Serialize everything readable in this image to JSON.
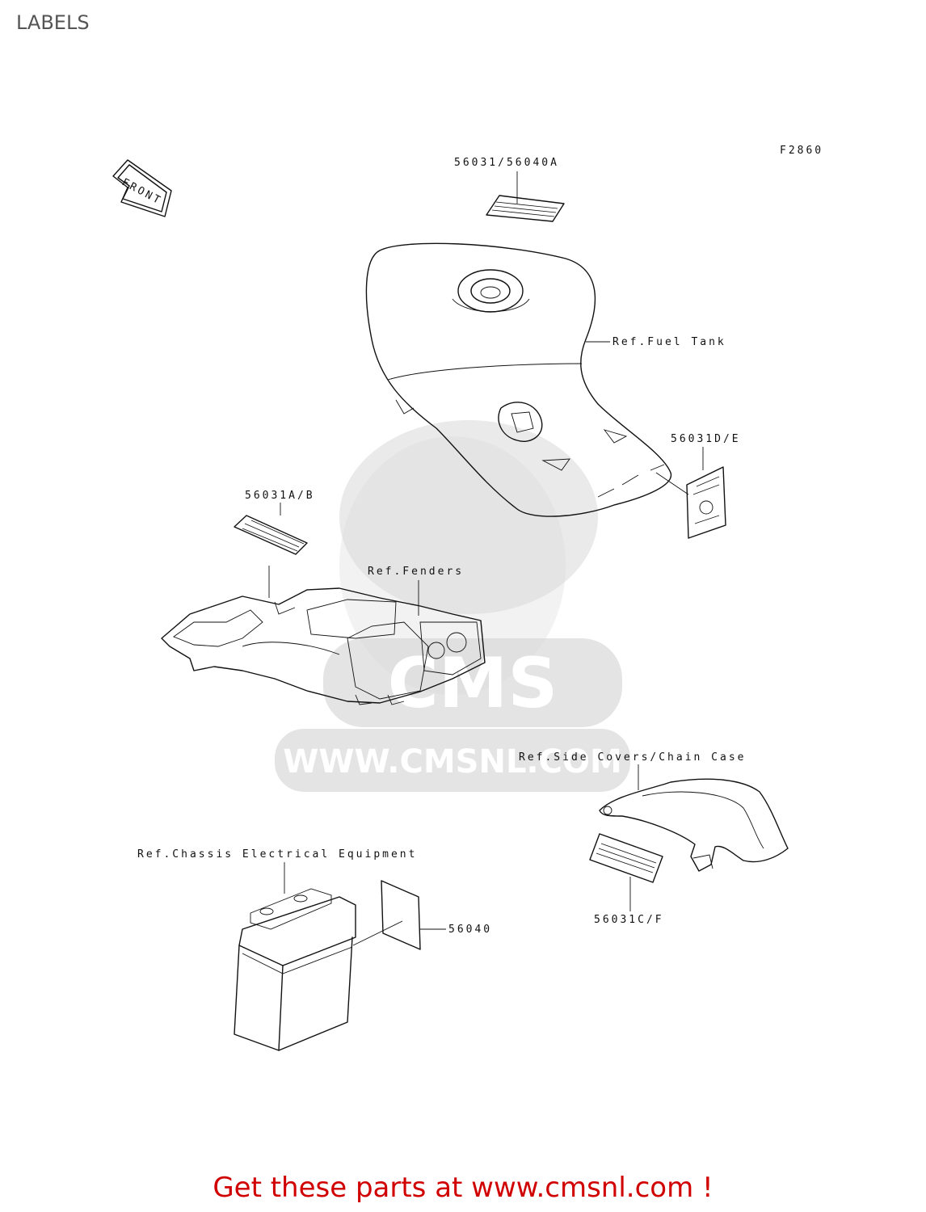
{
  "header": {
    "title": "LABELS"
  },
  "diagram": {
    "figure_code": "F2860",
    "front_arrow_label": "FRONT",
    "callouts": {
      "tank_top_label": "56031/56040A",
      "fuel_tank_ref": "Ref.Fuel Tank",
      "tank_side_label": "56031D/E",
      "fender_label": "56031A/B",
      "fenders_ref": "Ref.Fenders",
      "side_covers_ref": "Ref.Side Covers/Chain Case",
      "chain_case_label": "56031C/F",
      "electrical_ref": "Ref.Chassis Electrical Equipment",
      "battery_label": "56040"
    },
    "watermark": {
      "brand": "CMS",
      "url": "WWW.CMSNL.COM"
    }
  },
  "footer": {
    "link_text": "Get these parts at www.cmsnl.com !",
    "link_color": "#d10000"
  }
}
